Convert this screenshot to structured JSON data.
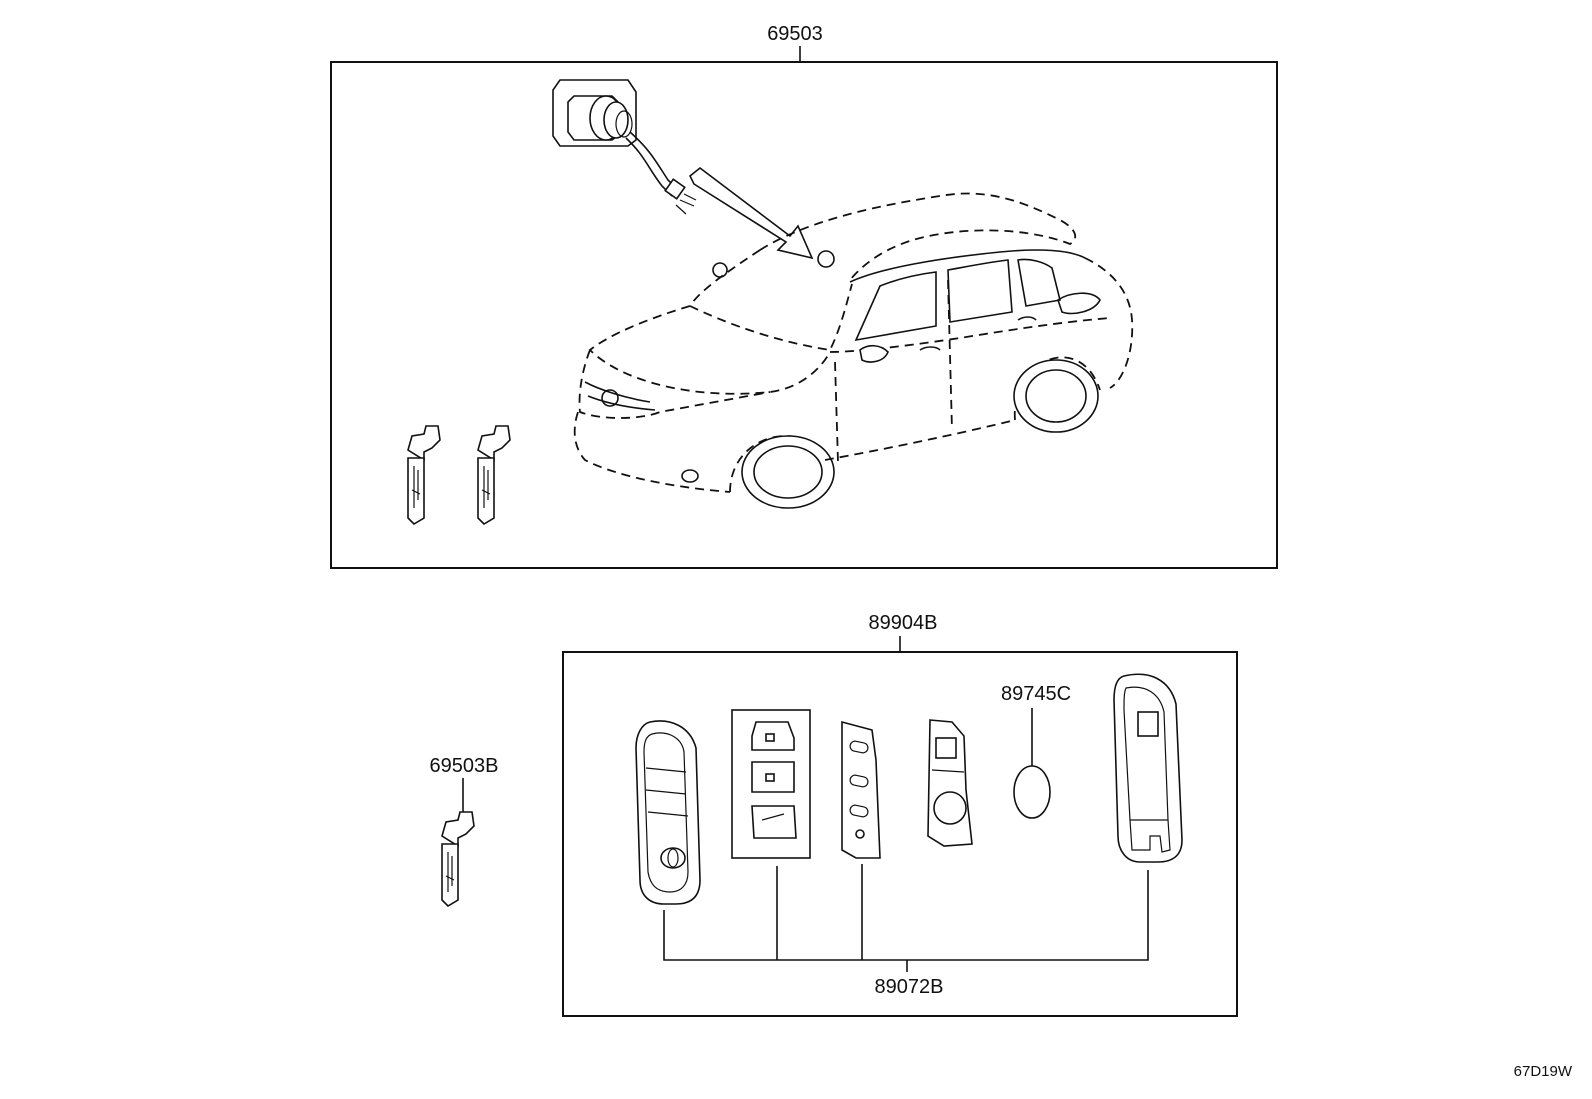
{
  "labels": {
    "main_assembly": "69503",
    "key_set": "89904B",
    "battery": "89745C",
    "spare_key": "69503B",
    "transmitter_housing": "89072B",
    "figure_code": "67D19W"
  },
  "icons": [
    "ignition-switch-icon",
    "vehicle-icon",
    "pointer-arrow-icon",
    "key-blade-icon",
    "smart-key-icon",
    "button-set-icon",
    "key-plate-icon",
    "circuit-board-icon",
    "coin-battery-icon",
    "key-case-icon"
  ]
}
